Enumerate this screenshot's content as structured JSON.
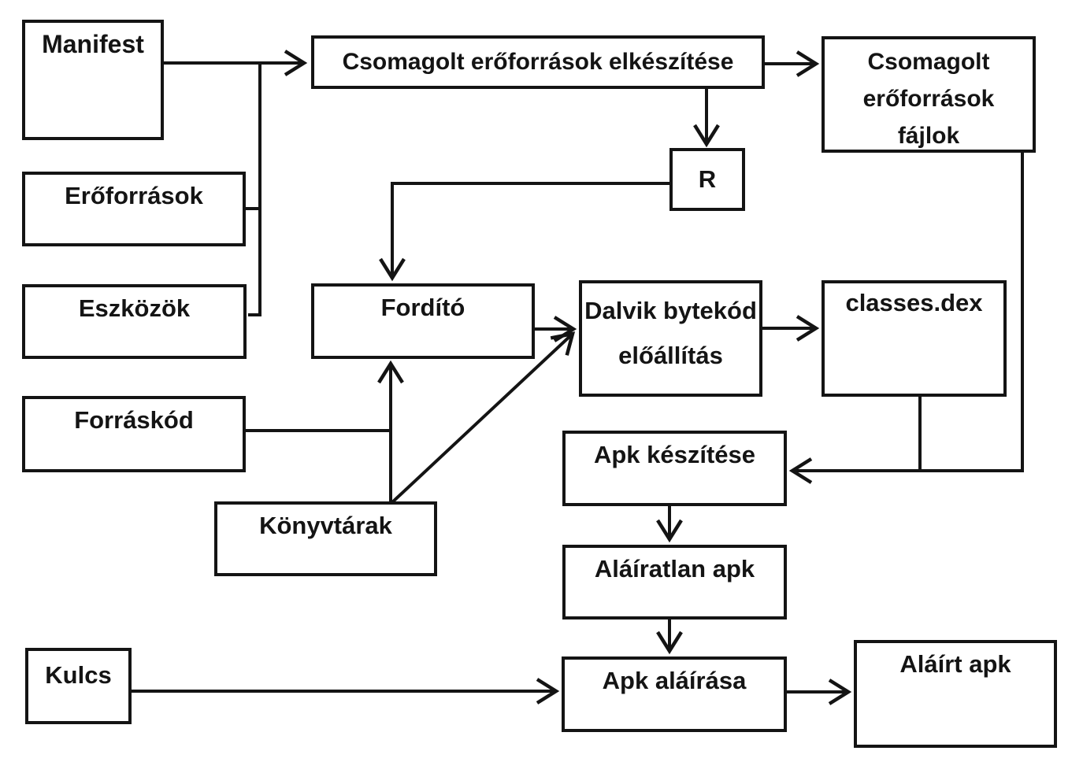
{
  "diagram": {
    "type": "flowchart",
    "language": "Hungarian",
    "colors": {
      "ink": "#141414",
      "bg": "#ffffff"
    },
    "nodes": {
      "manifest": {
        "label": "Manifest"
      },
      "eroforrasok": {
        "label": "Erőforrások"
      },
      "eszkozok": {
        "label": "Eszközök"
      },
      "forraskod": {
        "label": "Forráskód"
      },
      "konyvtarak": {
        "label": "Könyvtárak"
      },
      "kulcs": {
        "label": "Kulcs"
      },
      "csomagolt_elkeszitese": {
        "label": "Csomagolt erőforrások elkészítése"
      },
      "csomagolt_fajlok": {
        "lines": [
          "Csomagolt",
          "erőforrások",
          "fájlok"
        ]
      },
      "r": {
        "label": "R"
      },
      "fordito": {
        "label": "Fordító"
      },
      "dalvik": {
        "lines": [
          "Dalvik bytekód",
          "előállítás"
        ]
      },
      "classes_dex": {
        "label": "classes.dex"
      },
      "apk_keszitese": {
        "label": "Apk készítése"
      },
      "alairatlan_apk": {
        "label": "Aláíratlan apk"
      },
      "apk_alairasa": {
        "label": "Apk aláírása"
      },
      "alairt_apk": {
        "label": "Aláírt apk"
      }
    },
    "edges": [
      "manifest -> csomagolt_elkeszitese",
      "eroforrasok -> csomagolt_elkeszitese",
      "eszkozok -> csomagolt_elkeszitese",
      "csomagolt_elkeszitese -> csomagolt_fajlok",
      "csomagolt_elkeszitese -> r",
      "r -> fordito",
      "forraskod -> fordito",
      "konyvtarak -> fordito",
      "konyvtarak -> dalvik",
      "fordito -> dalvik",
      "dalvik -> classes_dex",
      "classes_dex -> apk_keszitese",
      "csomagolt_fajlok -> apk_keszitese",
      "apk_keszitese -> alairatlan_apk",
      "alairatlan_apk -> apk_alairasa",
      "kulcs -> apk_alairasa",
      "apk_alairasa -> alairt_apk"
    ]
  }
}
